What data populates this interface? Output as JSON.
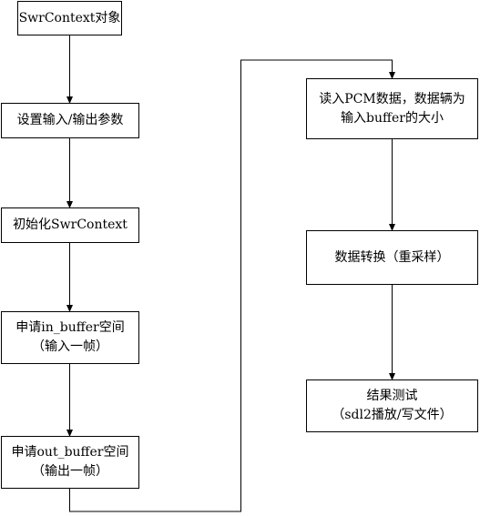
{
  "nodes": [
    {
      "id": "n1",
      "lines": [
        "SwrContext对象"
      ]
    },
    {
      "id": "n2",
      "lines": [
        "设置输入/输出参数"
      ]
    },
    {
      "id": "n3",
      "lines": [
        "初始化SwrContext"
      ]
    },
    {
      "id": "n4",
      "lines": [
        "申请in_buffer空间",
        "（输入一帧）"
      ]
    },
    {
      "id": "n5",
      "lines": [
        "申请out_buffer空间",
        "（输出一帧）"
      ]
    },
    {
      "id": "n6",
      "lines": [
        "读入PCM数据，数据辆为",
        "输入buffer的大小"
      ]
    },
    {
      "id": "n7",
      "lines": [
        "数据转换（重采样）"
      ]
    },
    {
      "id": "n8",
      "lines": [
        "结果测试",
        "（sdl2播放/写文件）"
      ]
    }
  ]
}
